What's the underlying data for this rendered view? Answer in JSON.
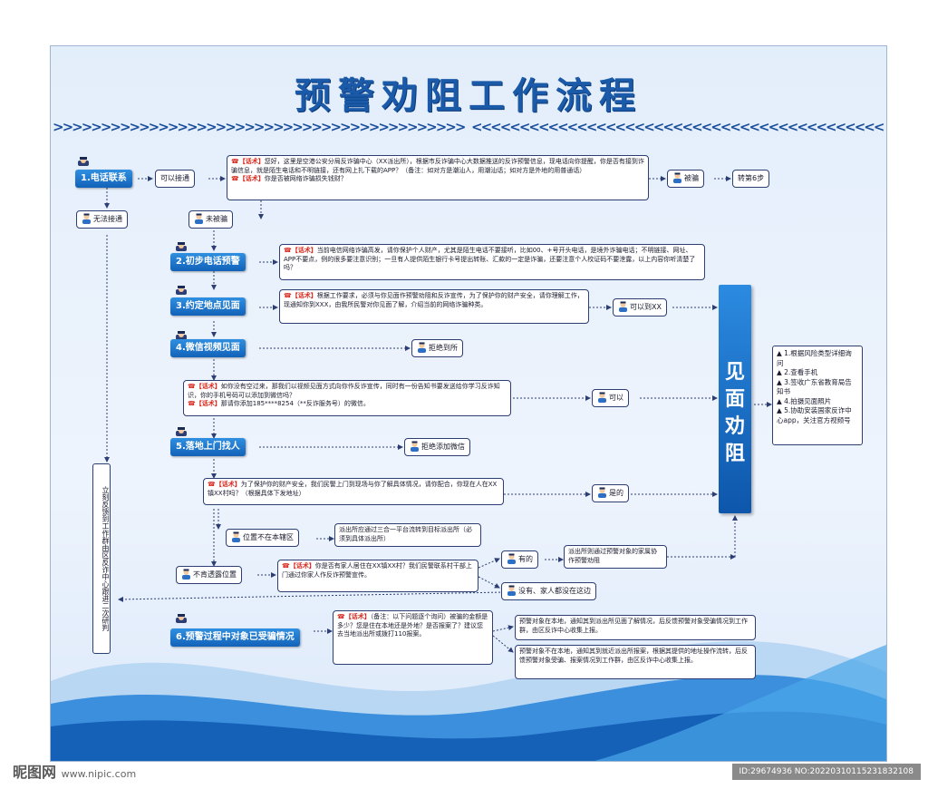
{
  "title": "预警劝阻工作流程",
  "steps": {
    "s1": "1.电话联系",
    "s2": "2.初步电话预警",
    "s3": "3.约定地点见面",
    "s4": "4.微信视频见面",
    "s5": "5.落地上门找人",
    "s6": "6.预警过程中对象已受骗情况"
  },
  "script_label": "【话术】",
  "boxes": {
    "call_script": "您好，这里是空港公安分局反诈骗中心（XX派出所），根据市反诈骗中心大数据推送的反诈预警信息，现电话向你提醒，你是否有接到诈骗信息，就是陌生电话和不明链接，还有网上扎下载的APP？（备注：如对方是潮汕人，用潮汕话；如对方是外地的用普通话）",
    "call_script_b": "你是否被网络诈骗损失钱财？",
    "warn_script": "当前电信网络诈骗高发，请你保护个人财产，尤其是陌生电话不要接听，比如00、+号开头电话，是境外诈骗电话；不明链接、网址、APP不要点，例的很多要注意识别；一旦有人提供陌生银行卡号提出转账、汇款的一定是诈骗，还要注意个人校证码不要泄露，以上内容你听清楚了吗？",
    "meet_script": "根据工作要求，必须与你见面作预警劝阻和反诈宣传，为了保护你的财产安全，请你理解工作，现通知你到XXX，由我所民警对你见面了解，介绍当前的网络诈骗种类。",
    "wechat_script": "如你没有空过来，那我们以视频见面方式向你作反诈宣传，同时有一份告知书要发送给你学习反诈知识，你的手机号码可以添加到微信吗？",
    "wechat_script_b": "那请你添加185****8254（**反诈服务号）的微信。",
    "visit_script": "为了保护你的财产安全，我们民警上门到现场与你了解具体情况，请你配合，你现在人在XX镇XX村吗？（根据具体下发地址）",
    "transfer_script": "派出所应通过三合一平台流转到目标派出所（必须到具体派出所）",
    "family_script": "你是否有家人居住在XX镇XX村？我们民警联系村干部上门通过你家人作反诈预警宣传。",
    "family_yes": "派出所则通过预警对象的家属协作预警劝阻",
    "victim_script": "（备注：以下问题逐个询问）被骗的金额是多少？您是住在本地还是外地？是否报案了？建议您去当地派出所或拨打110报案。",
    "victim_local": "预警对象在本地，通知其到派出所见面了解情况，后反馈预警对象受骗情况到工作群，由区反诈中心收集上报。",
    "victim_remote": "预警对象不在本地，通知其到就近派出所报案，根据其提供的地址操作流转，后反馈预警对象受骗、报案情况到工作群，由区反诈中心收集上报。"
  },
  "pills": {
    "connected": "可以接通",
    "not_connected": "无法接通",
    "cheated": "被骗",
    "goto6": "转第6步",
    "not_cheated": "未被骗",
    "can_go": "可以到XX",
    "refuse_go": "拒绝到所",
    "can": "可以",
    "refuse_add": "拒绝添加微信",
    "yes": "是的",
    "not_local": "位置不在本辖区",
    "refuse_loc": "不肯透露位置",
    "has_family": "有的",
    "no_family": "没有、家人都没在这边"
  },
  "big_box": "见面劝阻",
  "side_box": "立刻反馈到工作群由区反诈中心跟进二次研判",
  "result_box": [
    "▲ 1.根据风险类型详细询问",
    "▲ 2.查看手机",
    "▲ 3.签收广东省教育局告知书",
    "▲ 4.拍摄见面照片",
    "▲ 5.协助安装国家反诈中心app，关注官方视频号"
  ],
  "watermark": "昵图网",
  "watermark_url": "www.nipic.com",
  "id_tag": "ID:29674936 NO:20220310115231832108",
  "colors": {
    "accent": "#1262b8",
    "title": "#1a5aa8",
    "script": "#d62a1f",
    "border": "#2c3e74"
  }
}
